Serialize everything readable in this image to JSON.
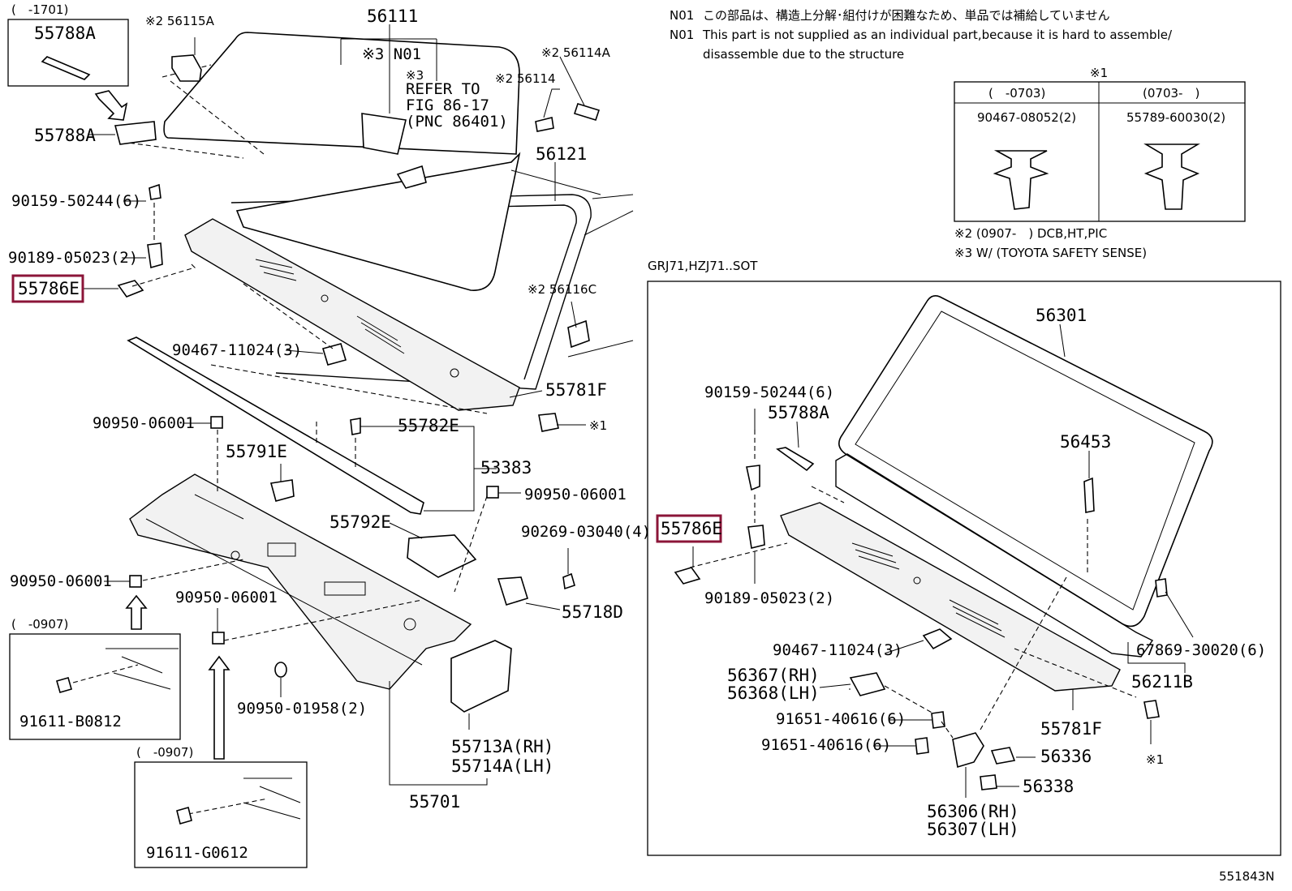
{
  "labels": {
    "l_1701": "(　-1701)",
    "p55788A_box": "55788A",
    "p56115A": "※2 56115A",
    "p56111": "56111",
    "n01_callout": "※3 N01",
    "refer3": "※3",
    "refer_line1": "REFER TO",
    "refer_line2": "FIG 86-17",
    "refer_line3": "(PNC 86401)",
    "p56114A": "※2 56114A",
    "p56114": "※2 56114",
    "p55788A": "55788A",
    "p56121": "56121",
    "p90159_50244": "90159-50244(6)",
    "p90189_05023": "90189-05023(2)",
    "p55786E": "55786E",
    "p56116C": "※2 56116C",
    "p90467_11024": "90467-11024(3)",
    "p55781F": "55781F",
    "ref1a": "※1",
    "p90950_06001a": "90950-06001",
    "p55782E": "55782E",
    "p55791E": "55791E",
    "p53383": "53383",
    "p90950_06001b": "90950-06001",
    "p55792E": "55792E",
    "p90269_03040": "90269-03040(4)",
    "p90950_06001c": "90950-06001",
    "p55718D": "55718D",
    "p90950_06001d": "90950-06001",
    "l_0907a": "(　-0907)",
    "p90950_01958": "90950-01958(2)",
    "p91611_B0812": "91611-B0812",
    "p55713A": "55713A(RH)",
    "p55714A": "55714A(LH)",
    "l_0907b": "(　-0907)",
    "p55701": "55701",
    "p91611_G0612": "91611-G0612"
  },
  "notes": {
    "n01_jp_code": "N01",
    "n01_jp": "この部品は、構造上分解･組付けが困難なため、単品では補給していません",
    "n01_en_code": "N01",
    "n01_en_line1": "This part is not supplied as an individual part,because it is hard to assemble/",
    "n01_en_line2": "disassemble due to the structure"
  },
  "table": {
    "title": "※1",
    "col1_head": "(　-0703)",
    "col2_head": "(0703-　)",
    "col1_part": "90467-08052(2)",
    "col2_part": "55789-60030(2)"
  },
  "footnotes": {
    "f2": "※2 (0907-　) DCB,HT,PIC",
    "f3": "※3 W/ (TOYOTA SAFETY SENSE)"
  },
  "inset": {
    "title": "GRJ71,HZJ71..SOT",
    "p56301": "56301",
    "p90159_50244": "90159-50244(6)",
    "p55788A": "55788A",
    "p56453": "56453",
    "p55786E": "55786E",
    "p90189_05023": "90189-05023(2)",
    "p67869_30020": "67869-30020(6)",
    "p90467_11024": "90467-11024(3)",
    "p56211B": "56211B",
    "p56367": "56367(RH)",
    "p56368": "56368(LH)",
    "p91651_40616a": "91651-40616(6)",
    "p55781F": "55781F",
    "p91651_40616b": "91651-40616(6)",
    "p56336": "56336",
    "ref1b": "※1",
    "p56338": "56338",
    "p56306": "56306(RH)",
    "p56307": "56307(LH)"
  },
  "footer": {
    "code": "551843N"
  },
  "colors": {
    "highlight": "#8b1538",
    "line": "#000000"
  }
}
